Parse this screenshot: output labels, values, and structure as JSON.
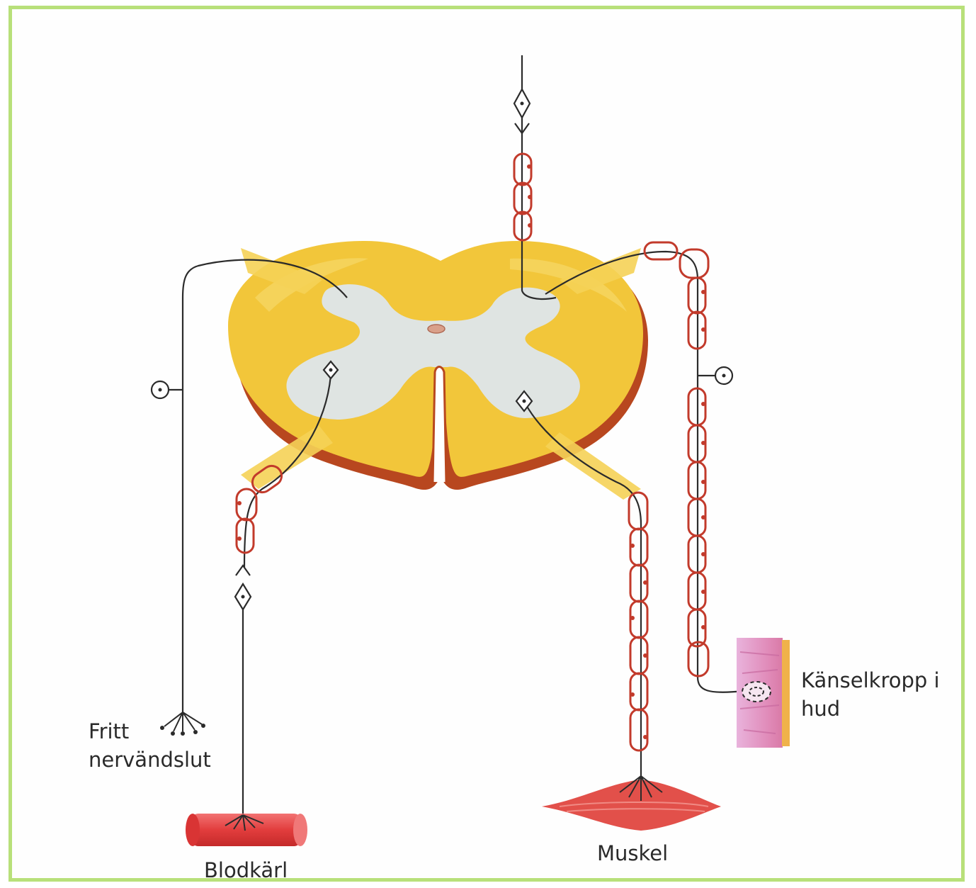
{
  "labels": {
    "free_nerve_ending": [
      "Fritt",
      "nervändslut"
    ],
    "blood_vessel": "Blodkärl",
    "muscle": "Muskel",
    "sensory_corpuscle": [
      "Känselkropp i",
      "hud"
    ]
  },
  "colors": {
    "frame": "#b8e07a",
    "white_matter": "#f2c63a",
    "white_matter_rim": "#b8471f",
    "gray_matter": "#dfe4e2",
    "myelin_outline": "#c23a2b",
    "blood_vessel": "#e23d3d",
    "muscle": "#e2504a",
    "skin_pink": "#e4a3d0",
    "skin_yellow": "#f0b24a"
  }
}
